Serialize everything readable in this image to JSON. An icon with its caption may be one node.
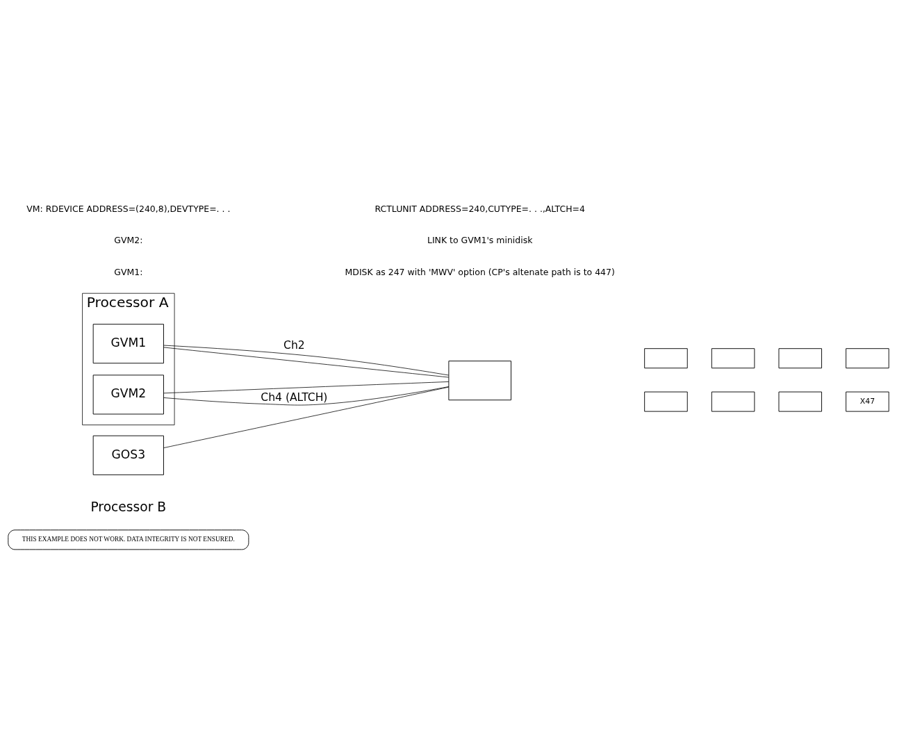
{
  "diagram": {
    "nodes": [
      {
        "text": [
          "THIS EXAMPLE DOES NOT WORK. DATA INTEGRITY IS NOT ENSURED."
        ]
      },
      {
        "text": [
          "Processor A"
        ]
      },
      {
        "text": [
          "GVM1"
        ],
        "in": 1
      },
      {
        "text": [
          "GVM2"
        ],
        "in": 1
      },
      {
        "text": [],
        "shape": "box"
      },
      {
        "text": [],
        "shape": "box"
      },
      {
        "text": [],
        "shape": "box"
      },
      {
        "text": [],
        "shape": "box"
      },
      {
        "text": [],
        "shape": "box"
      },
      {
        "text": [],
        "shape": "box"
      },
      {
        "text": [],
        "shape": "box"
      },
      {
        "text": [],
        "shape": "box"
      },
      {
        "text": [
          "X47"
        ]
      },
      {
        "text": [
          "GOS3"
        ],
        "beside": [
          "Processor B"
        ]
      }
    ],
    "edges": [
      {
        "from": 2,
        "to": 4,
        "arrow": "none",
        "label": "Ch2"
      },
      {
        "from": 3,
        "to": 4,
        "arrow": "none"
      },
      {
        "from": 2,
        "to": 4,
        "arrow": "none"
      },
      {
        "from": 3,
        "to": 4,
        "arrow": "none",
        "label": "Ch4 (ALTCH)"
      },
      {
        "from": 13,
        "to": 4,
        "arrow": "none"
      }
    ],
    "labels": [
      "GVM1:",
      "MDISK as 247 with 'MWV' option (CP's altenate path is to 447)",
      "GVM2:",
      "LINK to GVM1's minidisk",
      "VM: RDEVICE ADDRESS=(240,8),DEVTYPE=. . .",
      "RCTLUNIT ADDRESS=240,CUTYPE=. . .,ALTCH=4"
    ]
  }
}
